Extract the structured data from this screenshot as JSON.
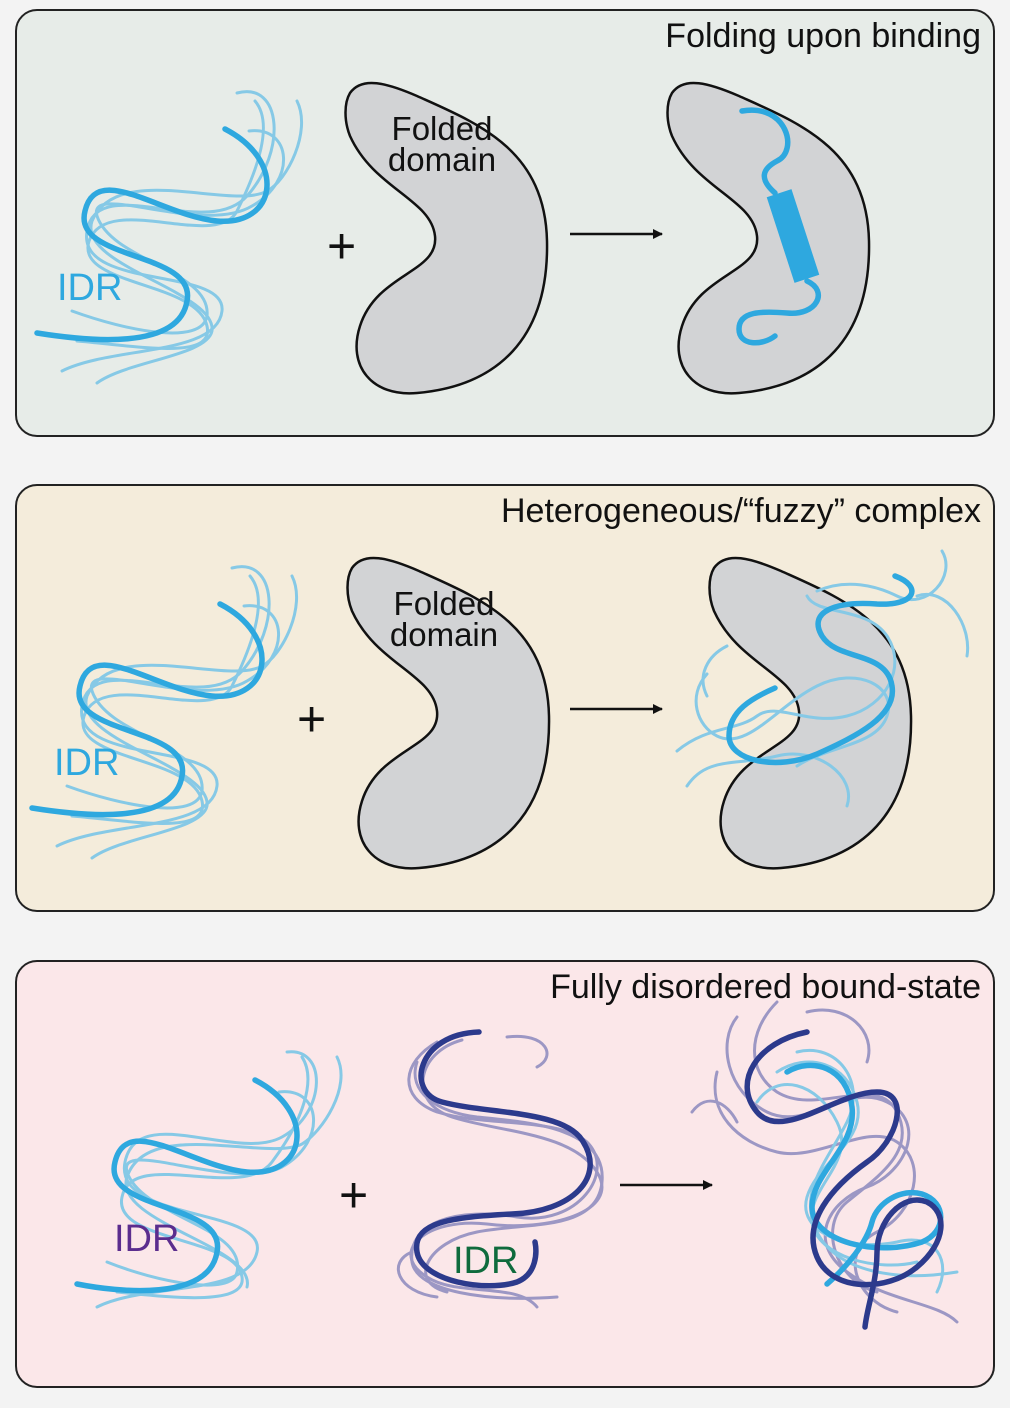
{
  "panels": [
    {
      "title": "Folding upon binding",
      "idr_label": "IDR",
      "domain_label": [
        "Folded",
        "domain"
      ],
      "plus": "+"
    },
    {
      "title": "Heterogeneous/“fuzzy” complex",
      "idr_label": "IDR",
      "domain_label": [
        "Folded",
        "domain"
      ],
      "plus": "+"
    },
    {
      "title": "Fully disordered bound-state",
      "idr_label_1": "IDR",
      "idr_label_2": "IDR",
      "plus": "+"
    }
  ],
  "colors": {
    "idr": "#2ea8df",
    "idr_light": "#86c9e6",
    "idr_dark": "#2c3a8c",
    "idr_dark_light": "#9c97c4",
    "domain_fill": "#d2d3d5",
    "label_purple": "#5b2d8e",
    "label_green": "#0f6b3d"
  }
}
